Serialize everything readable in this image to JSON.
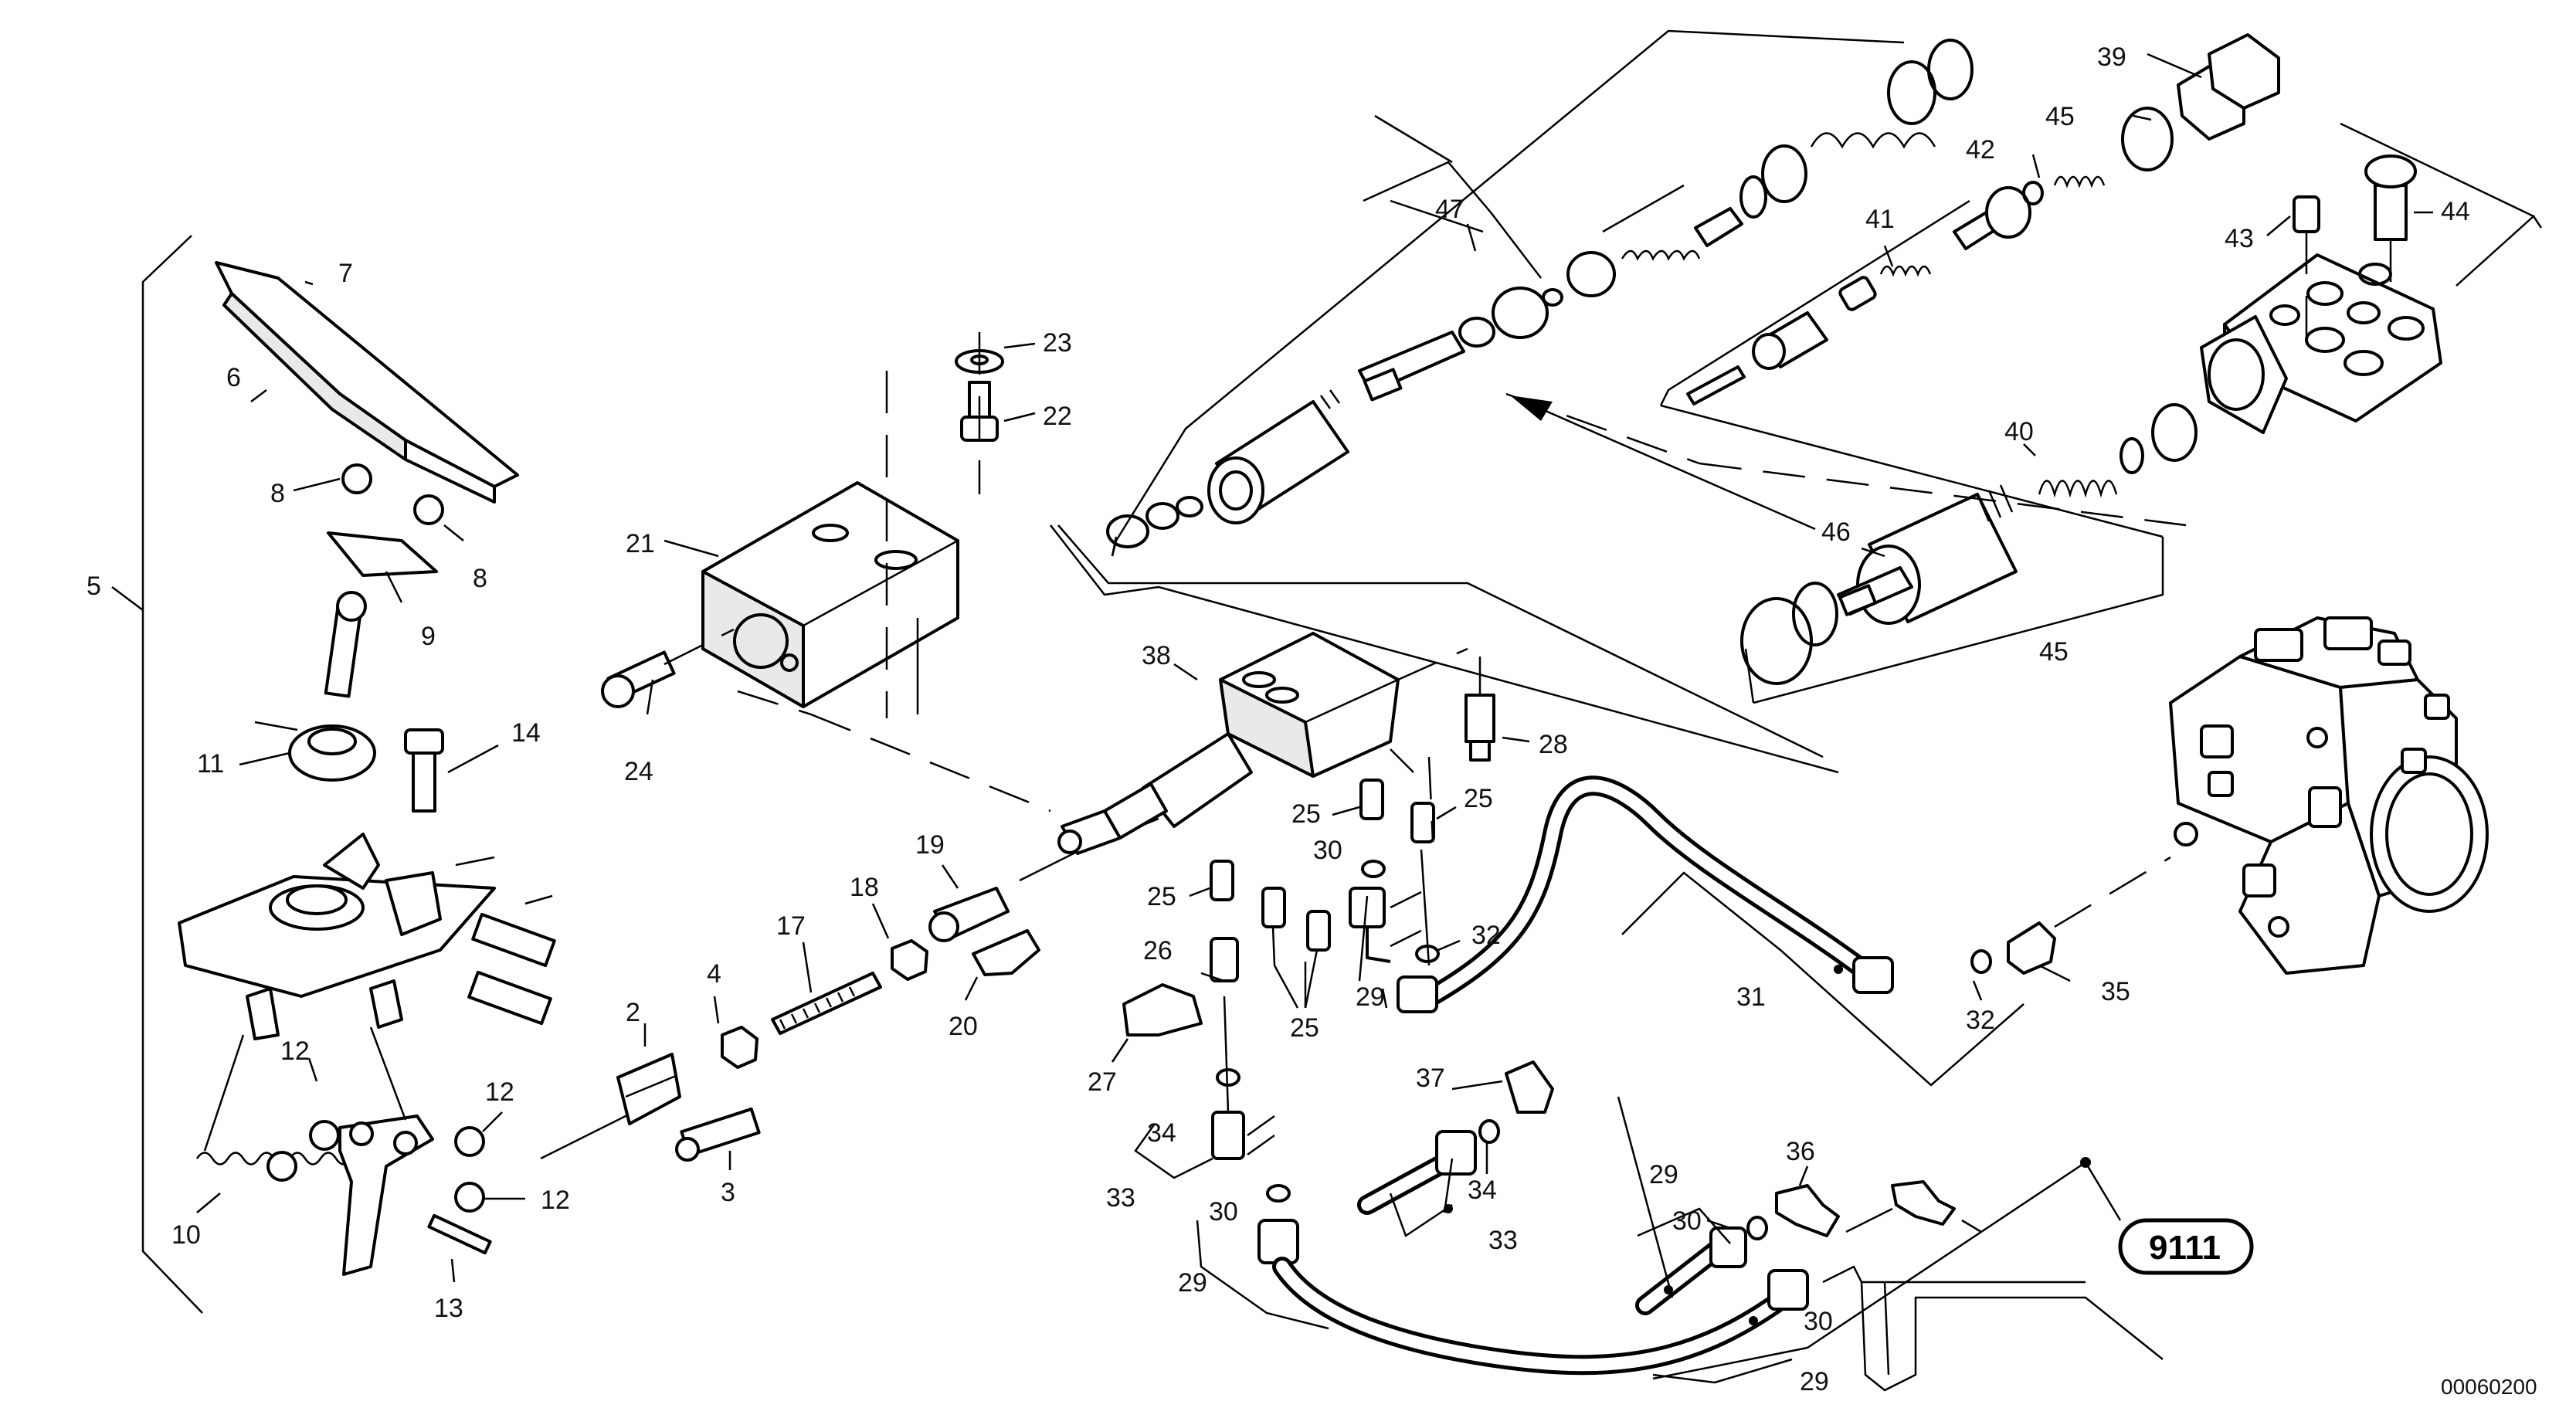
{
  "diagram": {
    "callouts": {
      "c2": "2",
      "c3": "3",
      "c4": "4",
      "c5": "5",
      "c6": "6",
      "c7": "7",
      "c8a": "8",
      "c8b": "8",
      "c9": "9",
      "c10": "10",
      "c11": "11",
      "c12a": "12",
      "c12b": "12",
      "c12c": "12",
      "c13": "13",
      "c14": "14",
      "c17": "17",
      "c18": "18",
      "c19": "19",
      "c20": "20",
      "c21": "21",
      "c22": "22",
      "c23": "23",
      "c24": "24",
      "c25a": "25",
      "c25b": "25",
      "c25c": "25",
      "c25d": "25",
      "c26": "26",
      "c27": "27",
      "c28": "28",
      "c29a": "29",
      "c29b": "29",
      "c29c": "29",
      "c29d": "29",
      "c30a": "30",
      "c30b": "30",
      "c30c": "30",
      "c30d": "30",
      "c31": "31",
      "c32a": "32",
      "c32b": "32",
      "c33a": "33",
      "c33b": "33",
      "c34a": "34",
      "c34b": "34",
      "c35": "35",
      "c36": "36",
      "c37": "37",
      "c38": "38",
      "c39": "39",
      "c40": "40",
      "c41": "41",
      "c42": "42",
      "c43": "43",
      "c44": "44",
      "c45a": "45",
      "c45b": "45",
      "c46": "46",
      "c47": "47"
    },
    "reference_group": "9111",
    "document_number": "00060200"
  }
}
